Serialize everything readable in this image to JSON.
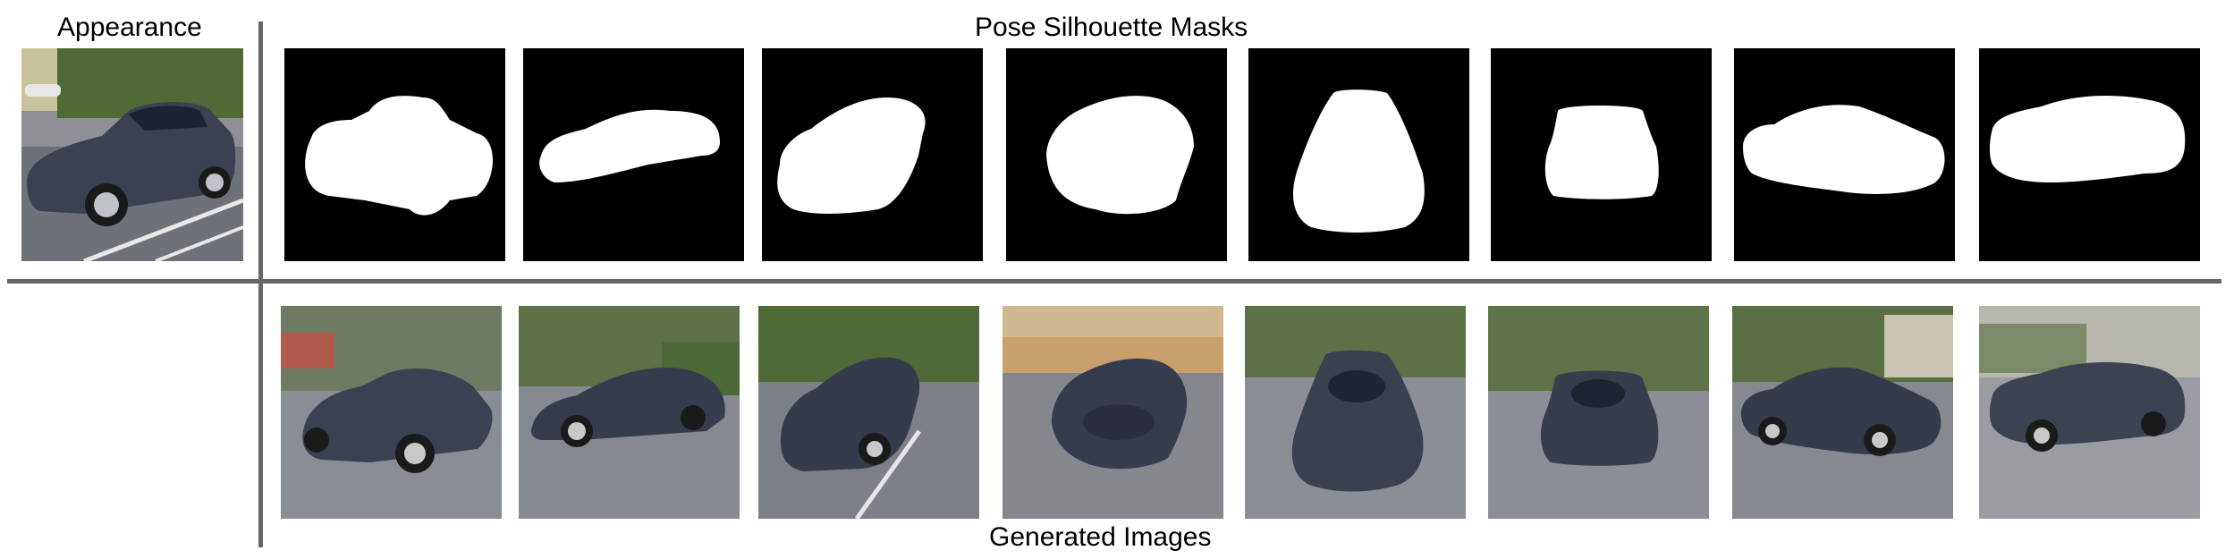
{
  "labels": {
    "appearance": "Appearance",
    "pose_masks": "Pose Silhouette Masks",
    "generated": "Generated Images"
  },
  "colors": {
    "divider": "#666666",
    "mask_background": "#000000",
    "mask_silhouette": "#ffffff",
    "car_body": "#3b4152"
  },
  "panels": {
    "appearance_image": {
      "depicts": "dark grey car in parking lot"
    },
    "mask_count": 8,
    "generated_count": 8
  }
}
